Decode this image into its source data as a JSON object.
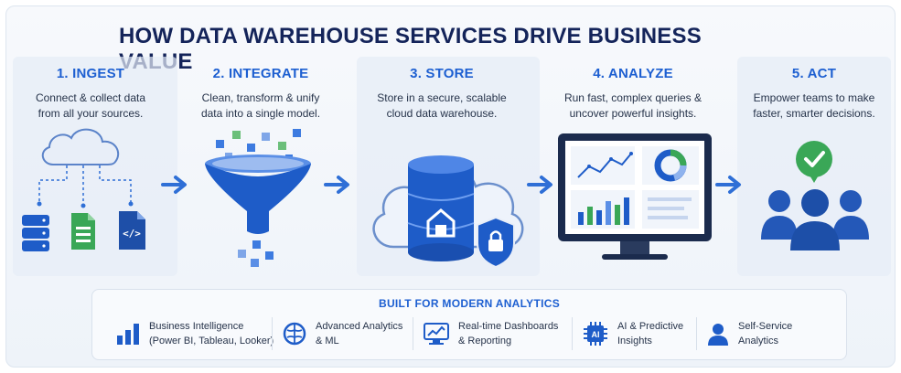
{
  "title": "HOW DATA WAREHOUSE SERVICES DRIVE BUSINESS VALUE",
  "steps": [
    {
      "title": "1. INGEST",
      "lines": [
        "Connect & collect data",
        "from all your sources."
      ]
    },
    {
      "title": "2. INTEGRATE",
      "lines": [
        "Clean, transform & unify",
        "data into a single model."
      ]
    },
    {
      "title": "3. STORE",
      "lines": [
        "Store in a secure, scalable",
        "cloud data warehouse."
      ]
    },
    {
      "title": "4. ANALYZE",
      "lines": [
        "Run fast, complex queries &",
        "uncover powerful insights."
      ]
    },
    {
      "title": "5. ACT",
      "lines": [
        "Empower teams to make",
        "faster, smarter decisions."
      ]
    }
  ],
  "bottom": {
    "title": "BUILT FOR MODERN ANALYTICS",
    "features": [
      {
        "icon": "bar-chart-icon",
        "lines": [
          "Business Intelligence",
          "(Power BI, Tableau, Looker)"
        ]
      },
      {
        "icon": "brain-icon",
        "lines": [
          "Advanced Analytics",
          "& ML"
        ]
      },
      {
        "icon": "dashboard-icon",
        "lines": [
          "Real-time Dashboards",
          "& Reporting"
        ]
      },
      {
        "icon": "ai-chip-icon",
        "lines": [
          "AI & Predictive",
          "Insights"
        ]
      },
      {
        "icon": "user-icon",
        "lines": [
          "Self-Service",
          "Analytics"
        ]
      }
    ]
  },
  "colors": {
    "accent": "#1d5fd1",
    "dark_blue": "#14245a",
    "mid_blue": "#2f6fd6",
    "green": "#3aa757"
  },
  "ai_chip_label": "AI"
}
